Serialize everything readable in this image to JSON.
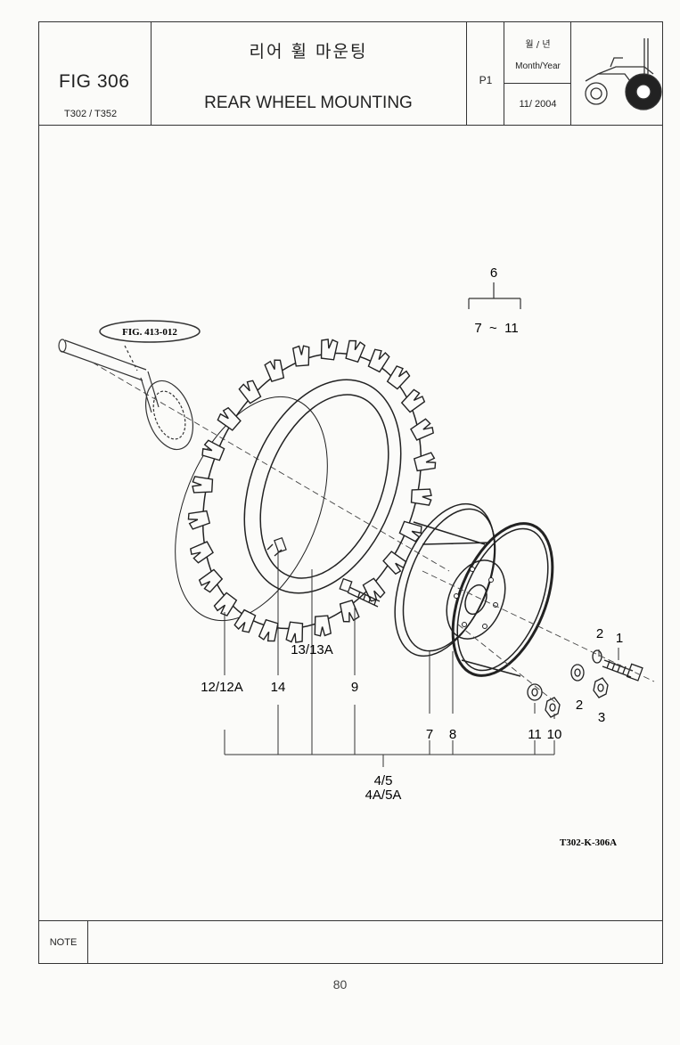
{
  "header": {
    "fig_label": "FIG 306",
    "models": "T302 / T352",
    "title_korean": "리어 휠 마운팅",
    "title_english": "REAR WHEEL MOUNTING",
    "page_code": "P1",
    "date_label_korean": "월 / 년",
    "date_label_english": "Month/Year",
    "date_value": "11/ 2004"
  },
  "diagram": {
    "fig_reference": "FIG. 413-012",
    "drawing_code": "T302-K-306A",
    "callouts": {
      "c6": "6",
      "c7_11": "7  ~  11",
      "c1": "1",
      "c2a": "2",
      "c2b": "2",
      "c3": "3",
      "c13": "13/13A",
      "c12": "12/12A",
      "c14": "14",
      "c9": "9",
      "c7": "7",
      "c8": "8",
      "c11": "11",
      "c10": "10",
      "c45": "4/5",
      "c45a": "4A/5A"
    }
  },
  "footer": {
    "note_label": "NOTE",
    "note_text": "",
    "page_number": "80"
  }
}
